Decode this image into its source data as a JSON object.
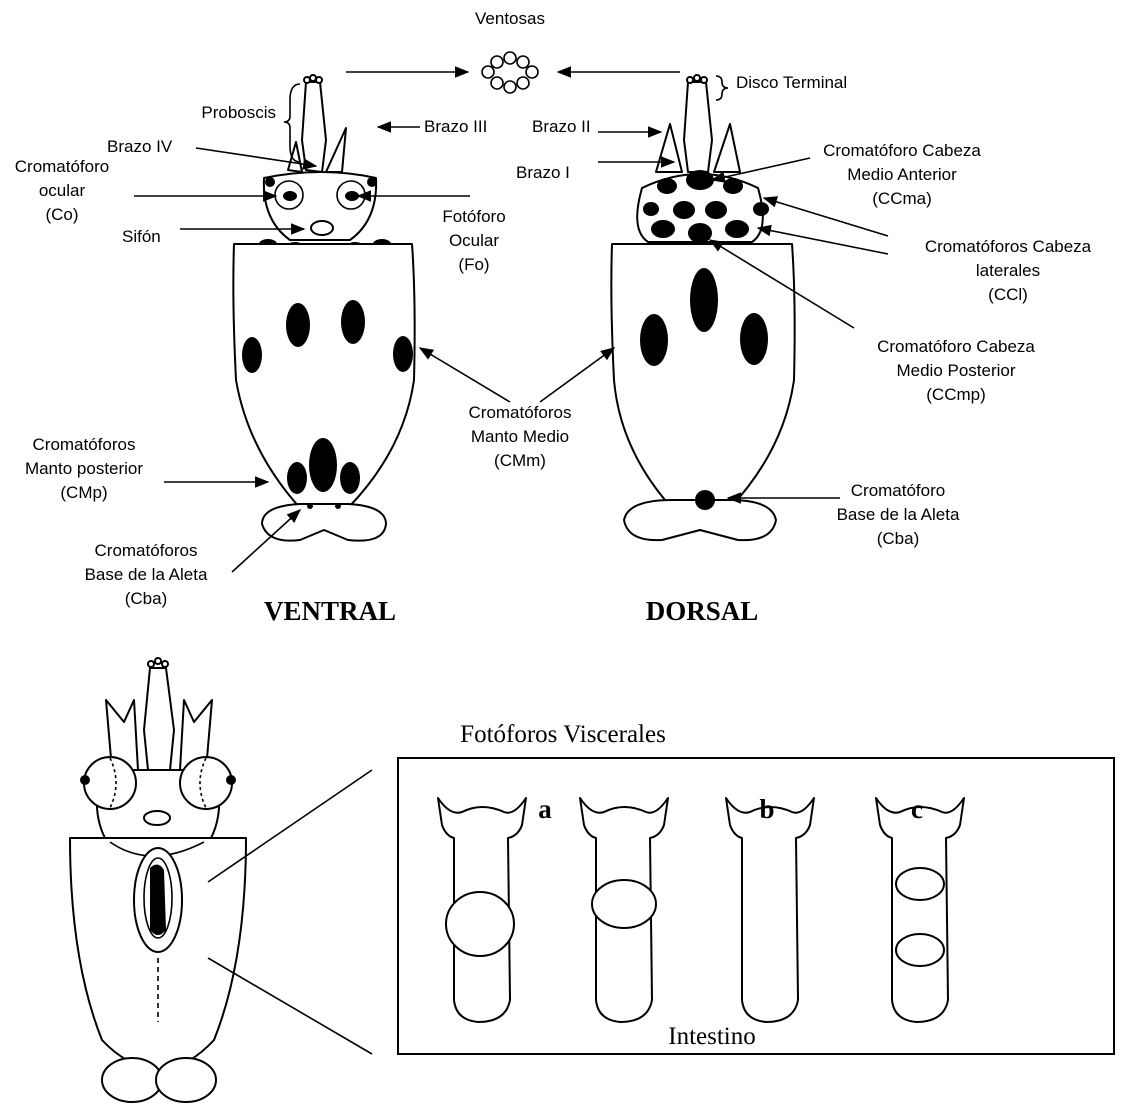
{
  "labels": {
    "ventosas": "Ventosas",
    "disco_terminal": "Disco Terminal",
    "proboscis": "Proboscis",
    "brazo_iv": "Brazo IV",
    "brazo_iii": "Brazo III",
    "brazo_ii": "Brazo II",
    "brazo_i": "Brazo I",
    "co_1": "Cromatóforo",
    "co_2": "ocular",
    "co_3": "(Co)",
    "sifon": "Sifón",
    "fo_1": "Fotóforo",
    "fo_2": "Ocular",
    "fo_3": "(Fo)",
    "ccma_1": "Cromatóforo Cabeza",
    "ccma_2": "Medio Anterior",
    "ccma_3": "(CCma)",
    "ccl_1": "Cromatóforos Cabeza",
    "ccl_2": "laterales",
    "ccl_3": "(CCl)",
    "ccmp_1": "Cromatóforo Cabeza",
    "ccmp_2": "Medio Posterior",
    "ccmp_3": "(CCmp)",
    "cmm_1": "Cromatóforos",
    "cmm_2": "Manto Medio",
    "cmm_3": "(CMm)",
    "cmp_1": "Cromatóforos",
    "cmp_2": "Manto posterior",
    "cmp_3": "(CMp)",
    "cbav_1": "Cromatóforos",
    "cbav_2": "Base de la Aleta",
    "cbav_3": "(Cba)",
    "cbad_1": "Cromatóforo",
    "cbad_2": "Base de la Aleta",
    "cbad_3": "(Cba)",
    "ventral": "VENTRAL",
    "dorsal": "DORSAL",
    "fotoforos_viscerales": "Fotóforos Viscerales",
    "a": "a",
    "b": "b",
    "c": "c",
    "intestino": "Intestino"
  }
}
